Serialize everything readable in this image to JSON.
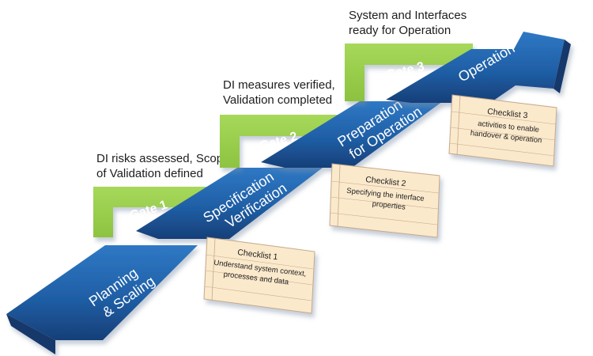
{
  "phases": [
    {
      "line1": "Planning",
      "line2": "& Scaling"
    },
    {
      "line1": "Specification",
      "line2": "Verification"
    },
    {
      "line1": "Preparation",
      "line2": "for Operation"
    },
    {
      "line1": "Operation",
      "line2": ""
    }
  ],
  "gates": [
    {
      "label": "Gate 1",
      "criteria_line1": "DI risks assessed, Scope",
      "criteria_line2": "of Validation defined"
    },
    {
      "label": "Gate 2",
      "criteria_line1": "DI measures verified,",
      "criteria_line2": "Validation completed"
    },
    {
      "label": "Gate 3",
      "criteria_line1": "System and Interfaces",
      "criteria_line2": "ready for Operation"
    }
  ],
  "checklists": [
    {
      "title": "Checklist 1",
      "line1": "Understand system context,",
      "line2": "processes and data",
      "line3": ""
    },
    {
      "title": "Checklist 2",
      "line1": "Specifying the interface",
      "line2": "properties",
      "line3": ""
    },
    {
      "title": "Checklist 3",
      "line1": "activities to enable",
      "line2": "handover & operation",
      "line3": ""
    }
  ],
  "colors": {
    "arrow_blue": "#1f5fa6",
    "arrow_dark": "#143f73",
    "gate_green": "#8dc63f",
    "gate_dark": "#5c8c1e",
    "checklist_bg": "#fbe9cc",
    "checklist_line": "#c7a98a"
  }
}
